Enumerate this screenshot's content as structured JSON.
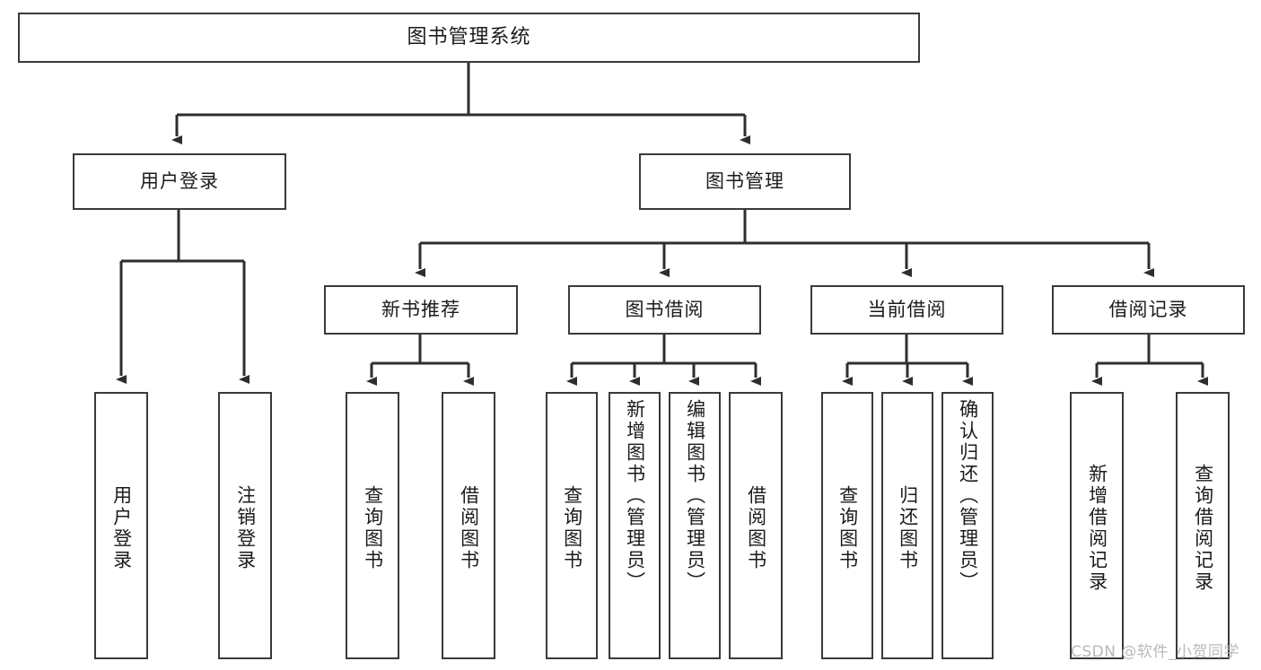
{
  "diagram": {
    "title": "图书管理系统",
    "type": "tree-hierarchy-chart",
    "watermark": "CSDN @软件_小贺同学",
    "stroke_color": "#3a3a3a",
    "background_color": "#ffffff",
    "text_color": "#1b1b1b",
    "watermark_color": "#b9b9b9"
  },
  "nodes": {
    "root": {
      "label": "图书管理系统"
    },
    "level2": [
      {
        "label": "用户登录"
      },
      {
        "label": "图书管理"
      }
    ],
    "level3": [
      {
        "label": "新书推荐"
      },
      {
        "label": "图书借阅"
      },
      {
        "label": "当前借阅"
      },
      {
        "label": "借阅记录"
      }
    ],
    "leaves": {
      "user_login": [
        {
          "label": "用户登录"
        },
        {
          "label": "注销登录"
        }
      ],
      "new_book_recommend": [
        {
          "label": "查询图书"
        },
        {
          "label": "借阅图书"
        }
      ],
      "book_borrow": [
        {
          "label": "查询图书"
        },
        {
          "label": "新增图书（管理员）"
        },
        {
          "label": "编辑图书（管理员）"
        },
        {
          "label": "借阅图书"
        }
      ],
      "current_borrow": [
        {
          "label": "查询图书"
        },
        {
          "label": "归还图书"
        },
        {
          "label": "确认归还（管理员）"
        }
      ],
      "borrow_record": [
        {
          "label": "新增借阅记录"
        },
        {
          "label": "查询借阅记录"
        }
      ]
    }
  }
}
